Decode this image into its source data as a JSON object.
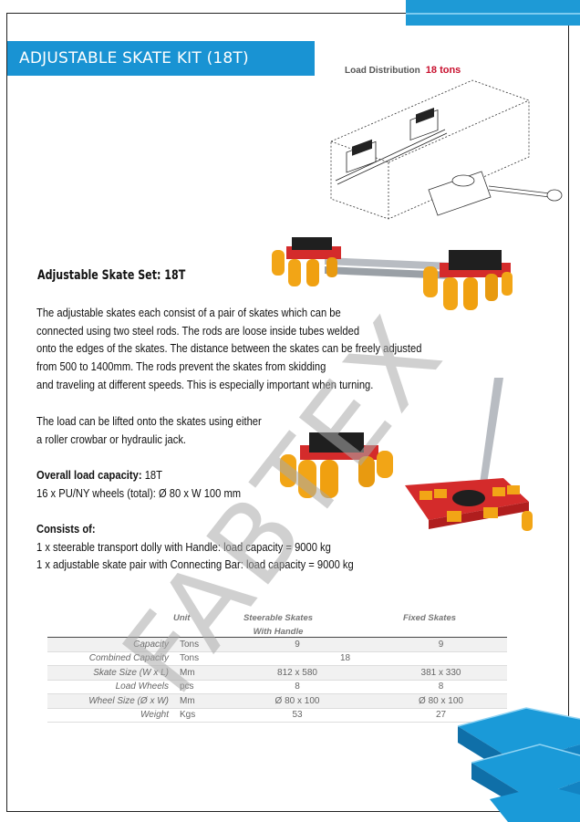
{
  "title": "ADJUSTABLE SKATE KIT (18T)",
  "load_distribution": {
    "label": "Load Distribution",
    "value": "18 tons"
  },
  "heading": "Adjustable Skate Set: 18T",
  "description_lines": [
    "The adjustable skates each consist of a pair of skates which can be",
    "connected using two steel rods. The rods are loose inside tubes welded",
    "onto the edges of the skates. The distance between the skates can be freely adjusted",
    "from 500 to 1400mm. The rods prevent the skates from skidding",
    "and traveling at different speeds. This is especially important when turning."
  ],
  "lift_lines": [
    "The load can be lifted onto the skates using either",
    "a roller crowbar or hydraulic jack."
  ],
  "capacity": {
    "label": "Overall load capacity:",
    "value": " 18T",
    "wheels": "16 x PU/NY wheels (total): Ø 80 x W 100 mm"
  },
  "consists": {
    "label": "Consists of:",
    "items": [
      "1 x steerable transport dolly with Handle: load capacity = 9000 kg",
      "1 x adjustable skate pair with Connecting Bar: load capacity = 9000 kg"
    ]
  },
  "table": {
    "headers": {
      "unit": "Unit",
      "steerable": "Steerable Skates",
      "steerable2": "With Handle",
      "fixed": "Fixed Skates"
    },
    "rows": [
      {
        "label": "Capacity",
        "unit": "Tons",
        "steerable": "9",
        "fixed": "9"
      },
      {
        "label": "Combined Capacity",
        "unit": "Tons",
        "combined": "18"
      },
      {
        "label": "Skate Size (W x L)",
        "unit": "Mm",
        "steerable": "812 x 580",
        "fixed": "381 x 330"
      },
      {
        "label": "Load Wheels",
        "unit": "pcs",
        "steerable": "8",
        "fixed": "8"
      },
      {
        "label": "Wheel Size  (Ø x W)",
        "unit": "Mm",
        "steerable": "Ø 80 x 100",
        "fixed": "Ø 80 x 100"
      },
      {
        "label": "Weight",
        "unit": "Kgs",
        "steerable": "53",
        "fixed": "27"
      }
    ]
  },
  "watermark": "FABTEX",
  "colors": {
    "accent": "#1993d3",
    "red": "#c8102e",
    "skate_red": "#d42b2b",
    "roller_yellow": "#f2a516"
  }
}
